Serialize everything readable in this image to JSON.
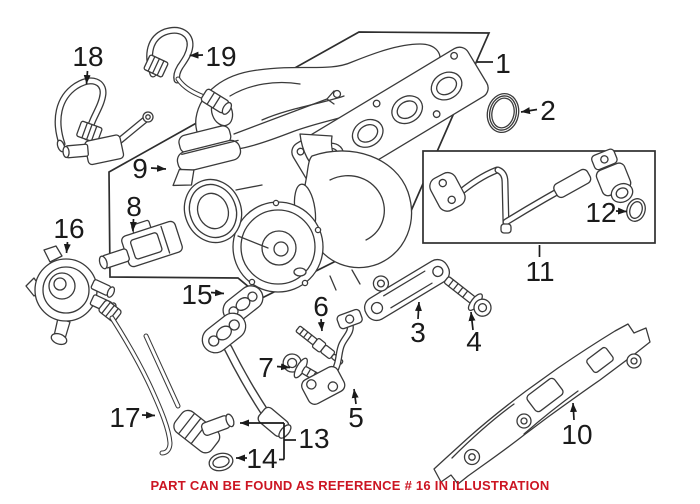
{
  "figure": {
    "background": "#ffffff",
    "line_color": "#3a3a3a",
    "label_color": "#1a1a1a",
    "callouts": [
      {
        "label": "1"
      },
      {
        "label": "2"
      },
      {
        "label": "3"
      },
      {
        "label": "4"
      },
      {
        "label": "5"
      },
      {
        "label": "6"
      },
      {
        "label": "7"
      },
      {
        "label": "8"
      },
      {
        "label": "9"
      },
      {
        "label": "10"
      },
      {
        "label": "11"
      },
      {
        "label": "12"
      },
      {
        "label": "13"
      },
      {
        "label": "14"
      },
      {
        "label": "15"
      },
      {
        "label": "16"
      },
      {
        "label": "17"
      },
      {
        "label": "18"
      },
      {
        "label": "19"
      }
    ]
  },
  "footer": {
    "text": "PART CAN BE FOUND AS REFERENCE # 16 IN ILLUSTRATION",
    "color": "#cc1522"
  }
}
